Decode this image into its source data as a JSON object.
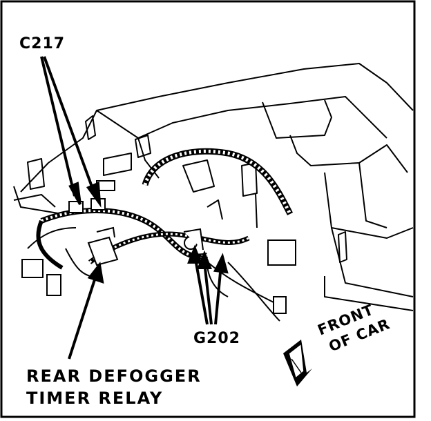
{
  "labels": {
    "connector": "C217",
    "ground": "G202",
    "relay_line1": "REAR DEFOGGER",
    "relay_line2": "TIMER RELAY",
    "front_line1": "FRONT",
    "front_line2": "OF CAR"
  },
  "icons": {
    "front_arrow": "front-of-car-arrow-icon",
    "pointer": "callout-arrow-icon"
  },
  "colors": {
    "ink": "#000000",
    "paper": "#ffffff"
  }
}
